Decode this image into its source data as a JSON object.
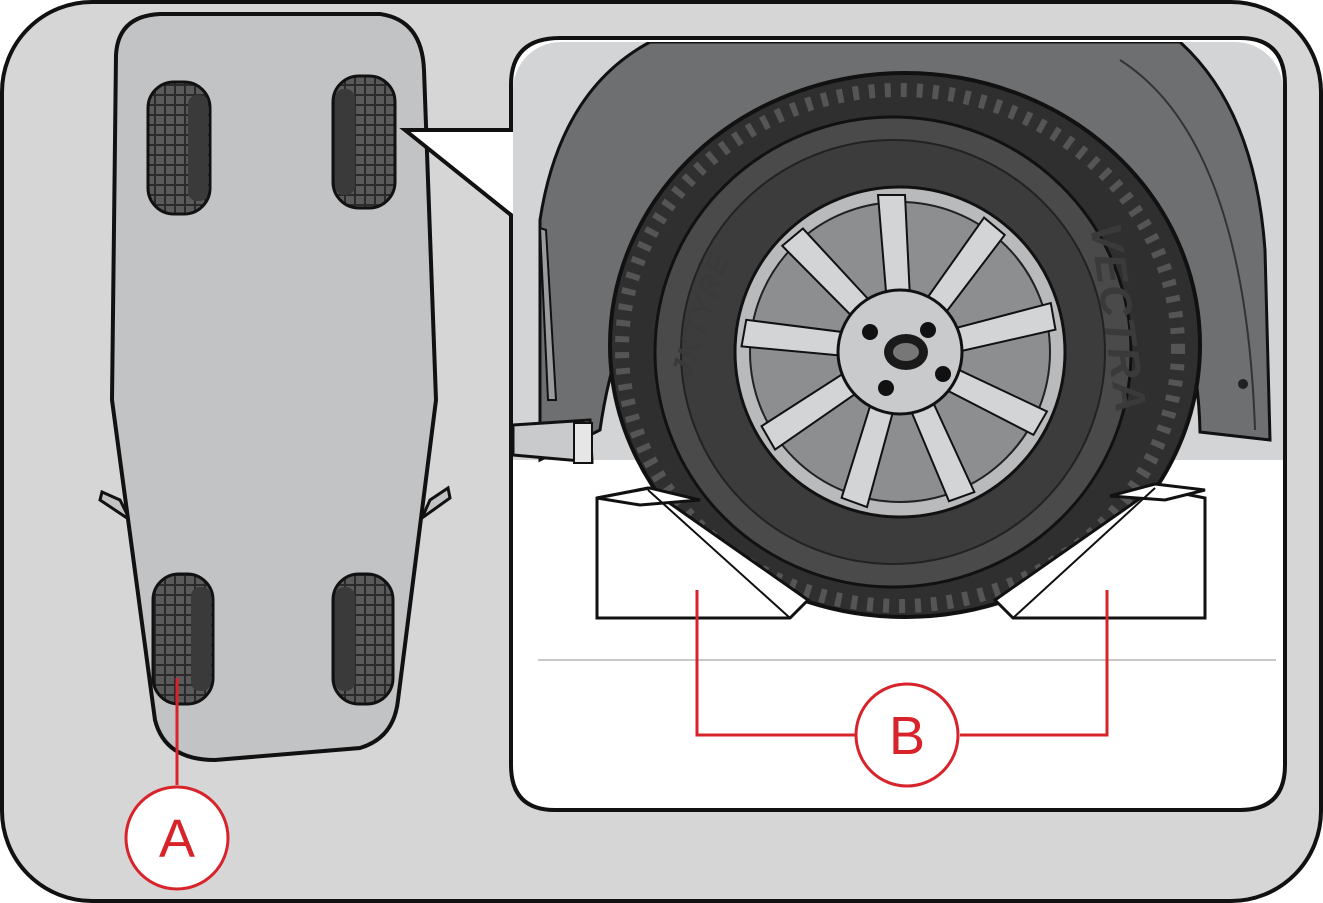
{
  "colors": {
    "frame_bg": "#d6d6d6",
    "car_body": "#c2c3c5",
    "tyre_dark": "#4a4a4a",
    "tyre_tread": "#777777",
    "fender": "#6e6f71",
    "rim": "#b9babc",
    "callout_red": "#d8232a",
    "outline": "#111111"
  },
  "callouts": {
    "a_label": "A",
    "b_label": "B"
  },
  "tyre_markings": {
    "brand_left": "JKTYRE",
    "brand_right": "VECTRA"
  },
  "icons": {
    "car_top_view": "car-top-view-icon",
    "wheel_detail": "wheel-detail-icon",
    "wheel_chock": "wheel-chock-icon"
  }
}
